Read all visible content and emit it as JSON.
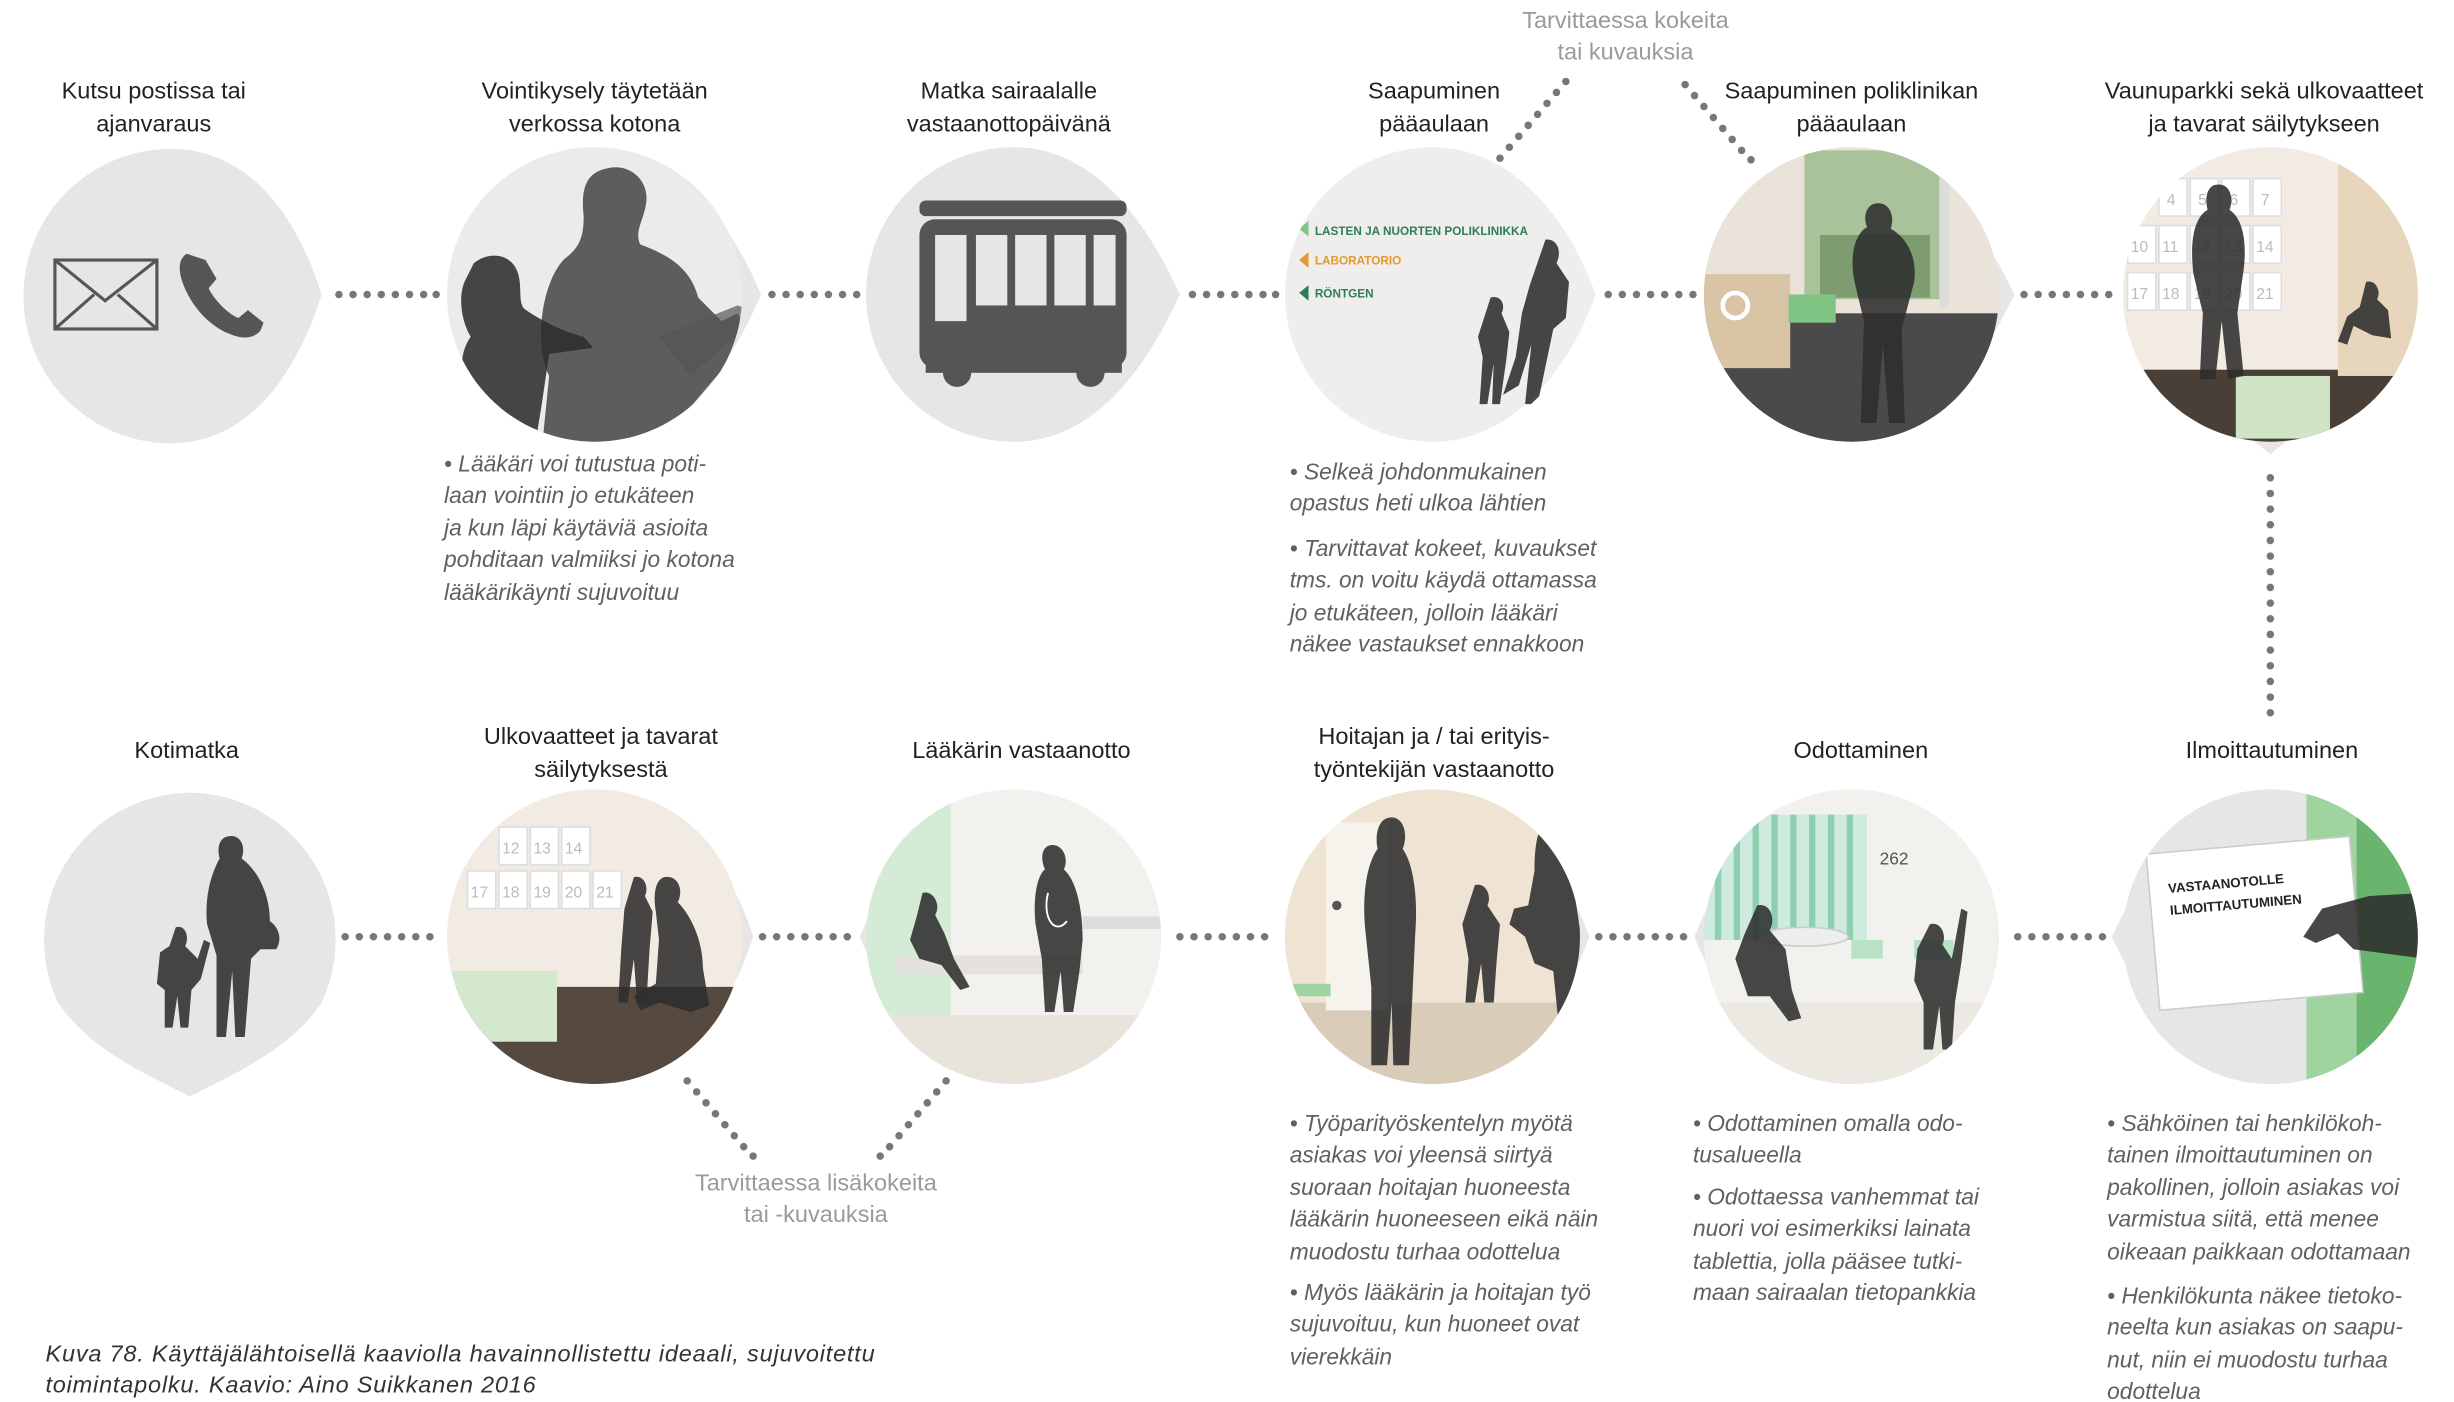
{
  "steps_top": [
    {
      "title_lines": [
        "Kutsu postissa tai",
        "ajanvaraus"
      ],
      "icons": [
        "envelope-icon",
        "phone-icon"
      ]
    },
    {
      "title_lines": [
        "Vointikysely täytetään",
        "verkossa kotona"
      ]
    },
    {
      "title_lines": [
        "Matka sairaalalle",
        "vastaanottopäivänä"
      ],
      "icons": [
        "bus-icon"
      ]
    },
    {
      "title_lines": [
        "Saapuminen",
        "pääaulaan"
      ],
      "signs": [
        "LASTEN JA NUORTEN POLIKLINIKKA",
        "LABORATORIO",
        "RÖNTGEN"
      ]
    },
    {
      "title_lines": [
        "Saapuminen poliklinikan",
        "pääaulaan"
      ]
    },
    {
      "title_lines": [
        "Vaunuparkki sekä ulkovaatteet",
        "ja tavarat säilytykseen"
      ],
      "locker_numbers": [
        "4",
        "5",
        "6",
        "7",
        "10",
        "11",
        "12",
        "13",
        "14",
        "17",
        "18",
        "19",
        "20",
        "21"
      ]
    }
  ],
  "steps_bottom": [
    {
      "title_lines": [
        "Kotimatka"
      ]
    },
    {
      "title_lines": [
        "Ulkovaatteet ja tavarat",
        "säilytyksestä"
      ],
      "locker_numbers": [
        "12",
        "13",
        "14",
        "17",
        "18",
        "19",
        "20",
        "21"
      ]
    },
    {
      "title_lines": [
        "Lääkärin vastaanotto"
      ]
    },
    {
      "title_lines": [
        "Hoitajan ja / tai erityis-",
        "työntekijän vastaanotto"
      ]
    },
    {
      "title_lines": [
        "Odottaminen"
      ],
      "room_number": "262"
    },
    {
      "title_lines": [
        "Ilmoittautuminen"
      ],
      "screen_lines": [
        "VASTAANOTOLLE",
        "ILMOITTAUTUMINEN"
      ]
    }
  ],
  "notes": {
    "vointikysely": [
      "• Lääkäri voi tutustua poti-",
      "laan vointiin jo etukäteen",
      "ja kun läpi käytäviä asioita",
      "pohditaan valmiiksi jo kotona",
      "lääkärikäynti sujuvoituu"
    ],
    "saapuminen_1": [
      "• Selkeä johdonmukainen",
      "opastus heti ulkoa lähtien"
    ],
    "saapuminen_2": [
      "• Tarvittavat kokeet, kuvaukset",
      "tms. on voitu käydä ottamassa",
      "jo etukäteen, jolloin lääkäri",
      "näkee vastaukset ennakkoon"
    ],
    "hoitaja_1": [
      "• Työparityöskentelyn myötä",
      "asiakas voi yleensä siirtyä",
      "suoraan hoitajan huoneesta",
      "lääkärin huoneeseen eikä näin",
      "muodostu turhaa odottelua"
    ],
    "hoitaja_2": [
      "• Myös lääkärin ja hoitajan työ",
      "sujuvoituu, kun huoneet ovat",
      "vierekkäin"
    ],
    "odottaminen_1": [
      "•  Odottaminen omalla odo-",
      "tusalueella"
    ],
    "odottaminen_2": [
      "• Odottaessa vanhemmat tai",
      "nuori voi esimerkiksi lainata",
      "tablettia, jolla pääsee tutki-",
      "maan sairaalan tietopankkia"
    ],
    "ilmoittautuminen_1": [
      "• Sähköinen tai henkilökoh-",
      "tainen ilmoittautuminen on",
      "pakollinen, jolloin asiakas voi",
      "varmistua siitä, että menee",
      "oikeaan paikkaan odottamaan"
    ],
    "ilmoittautuminen_2": [
      "• Henkilökunta näkee tietoko-",
      "neelta kun asiakas on saapu-",
      "nut, niin ei muodostu turhaa",
      "odottelua"
    ]
  },
  "branches": {
    "top": [
      "Tarvittaessa kokeita",
      "tai kuvauksia"
    ],
    "bottom": [
      "Tarvittaessa lisäkokeita",
      "tai -kuvauksia"
    ]
  },
  "caption_lines": [
    "Kuva 78. Käyttäjälähtoisellä kaaviolla havainnollistettu ideaali, sujuvoitettu",
    "toimintapolku. Kaavio: Aino Suikkanen 2016"
  ],
  "colors": {
    "bubble": "#e8e6e4",
    "accent_green": "#7fc483",
    "sign_green": "#2e7d5b",
    "sign_orange": "#e39a2d",
    "dots": "#777777",
    "note_text": "#606060",
    "ghost_text": "#9a9a9a"
  }
}
